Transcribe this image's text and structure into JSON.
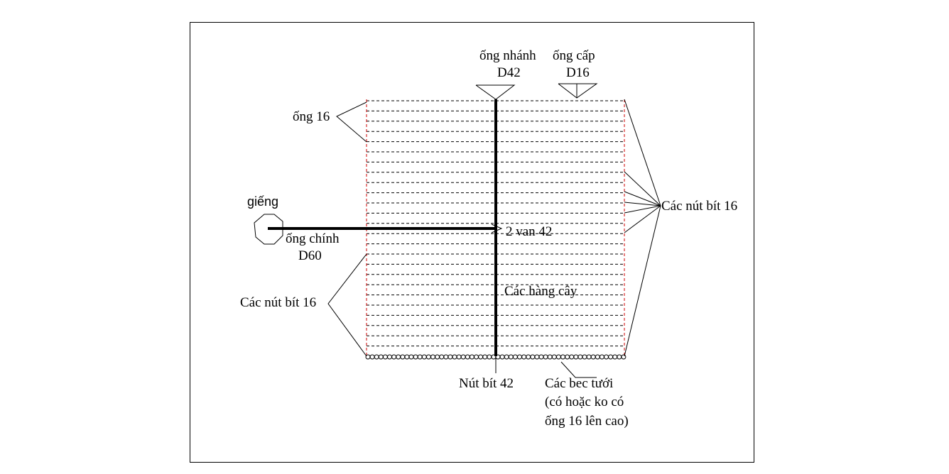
{
  "labels": {
    "branch_pipe": "ống nhánh",
    "branch_pipe_size": "D42",
    "supply_pipe": "ống cấp",
    "supply_pipe_size": "D16",
    "pipe16": "ống 16",
    "well": "giếng",
    "main_pipe": "ống chính",
    "main_pipe_size": "D60",
    "valves": "2 van 42",
    "end_caps_right": "Các nút bít 16",
    "end_caps_left": "Các nút bít 16",
    "tree_rows": "Các hàng cây",
    "end_cap_42": "Nút bít 42",
    "sprinklers_line1": "Các bec tưới",
    "sprinklers_line2": "(có hoặc ko có",
    "sprinklers_line3": "ống 16 lên cao)"
  },
  "colors": {
    "line": "#000000",
    "pipe16": "#000000",
    "edge_dashed": "#cc0000",
    "background": "#ffffff"
  }
}
